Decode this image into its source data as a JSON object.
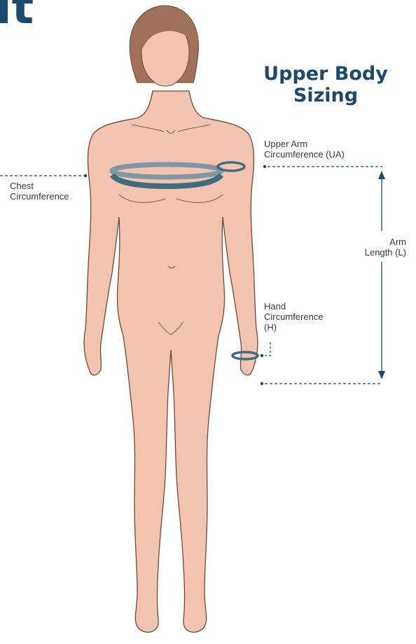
{
  "corner_fragment": "it",
  "heading": {
    "line1": "Upper Body",
    "line2": "Sizing"
  },
  "labels": {
    "chest": {
      "line1": "Chest",
      "line2": "Circumference"
    },
    "upper_arm": {
      "line1": "Upper Arm",
      "line2": "Circumference (UA)"
    },
    "arm_length": {
      "line1": "Arm",
      "line2": "Length (L)"
    },
    "hand": {
      "line1": "Hand",
      "line2": "Circumference",
      "line3": "(H)"
    }
  },
  "colors": {
    "navy": "#1b4a6b",
    "skin": "#f2c4b0",
    "hair": "#a0715a",
    "band": "#3f6d7e",
    "outline": "#6b4a3c"
  }
}
